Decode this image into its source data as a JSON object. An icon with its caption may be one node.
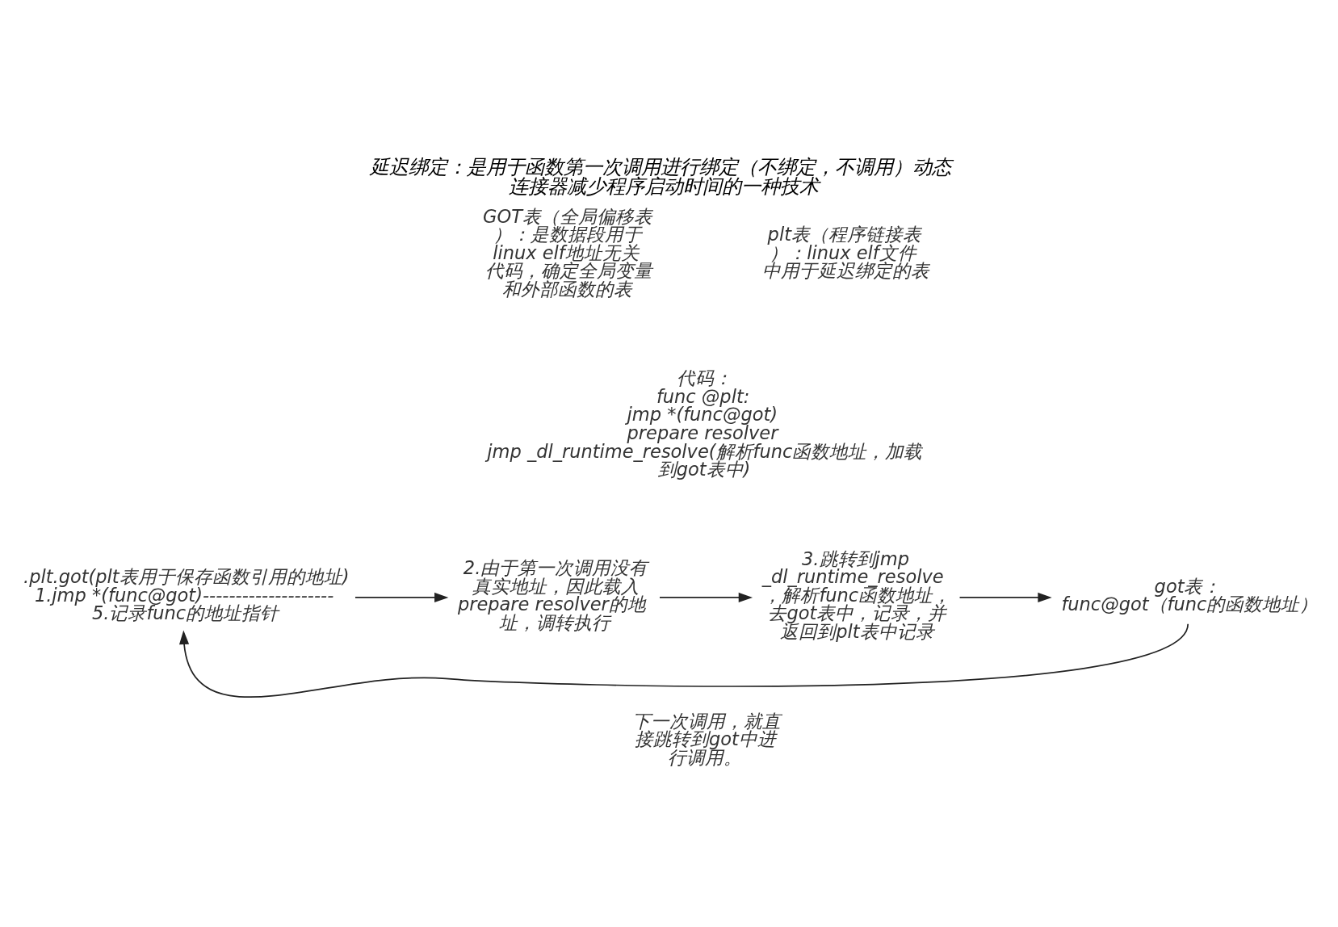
{
  "diagram": {
    "title": "延迟绑定：是用于函数第一次调用进行绑定（不绑定，不调用）动态连接器减少程序启动时间的一种技术",
    "nodes": [
      {
        "text": [
          ".plt.got(plt表用于保存函数引用的地址)",
          "1.jmp *(func@got)--------------------",
          "5.记录func的地址指针"
        ]
      },
      {
        "text": [
          "2.由于第一次调用没有真实地址，因此载入prepare resolver的地址，调转执行"
        ]
      },
      {
        "text": [
          "3.跳转到jmp _dl_runtime_resolve，解析func函数地址，去got表中，记录，并返回到plt表中记录"
        ]
      },
      {
        "text": [
          "got表：",
          "func@got（func的函数地址）"
        ]
      }
    ],
    "edges": [
      {
        "from": 0,
        "to": 1,
        "arrow": "to"
      },
      {
        "from": 1,
        "to": 2,
        "arrow": "to"
      },
      {
        "from": 2,
        "to": 3,
        "arrow": "to"
      },
      {
        "from": 3,
        "to": 0,
        "arrow": "to"
      }
    ],
    "labels": [
      "GOT表（全局偏移表）：是数据段用于linux elf地址无关代码，确定全局变量和外部函数的表",
      "plt表（程序链接表）：linux elf文件中用于延迟绑定的表",
      "代码：",
      "func @plt:",
      "jmp *(func@got)",
      "prepare resolver",
      "jmp _dl_runtime_resolve(解析func函数地址，加载到got表中)",
      "下一次调用，就直接跳转到got中进行调用。"
    ]
  }
}
